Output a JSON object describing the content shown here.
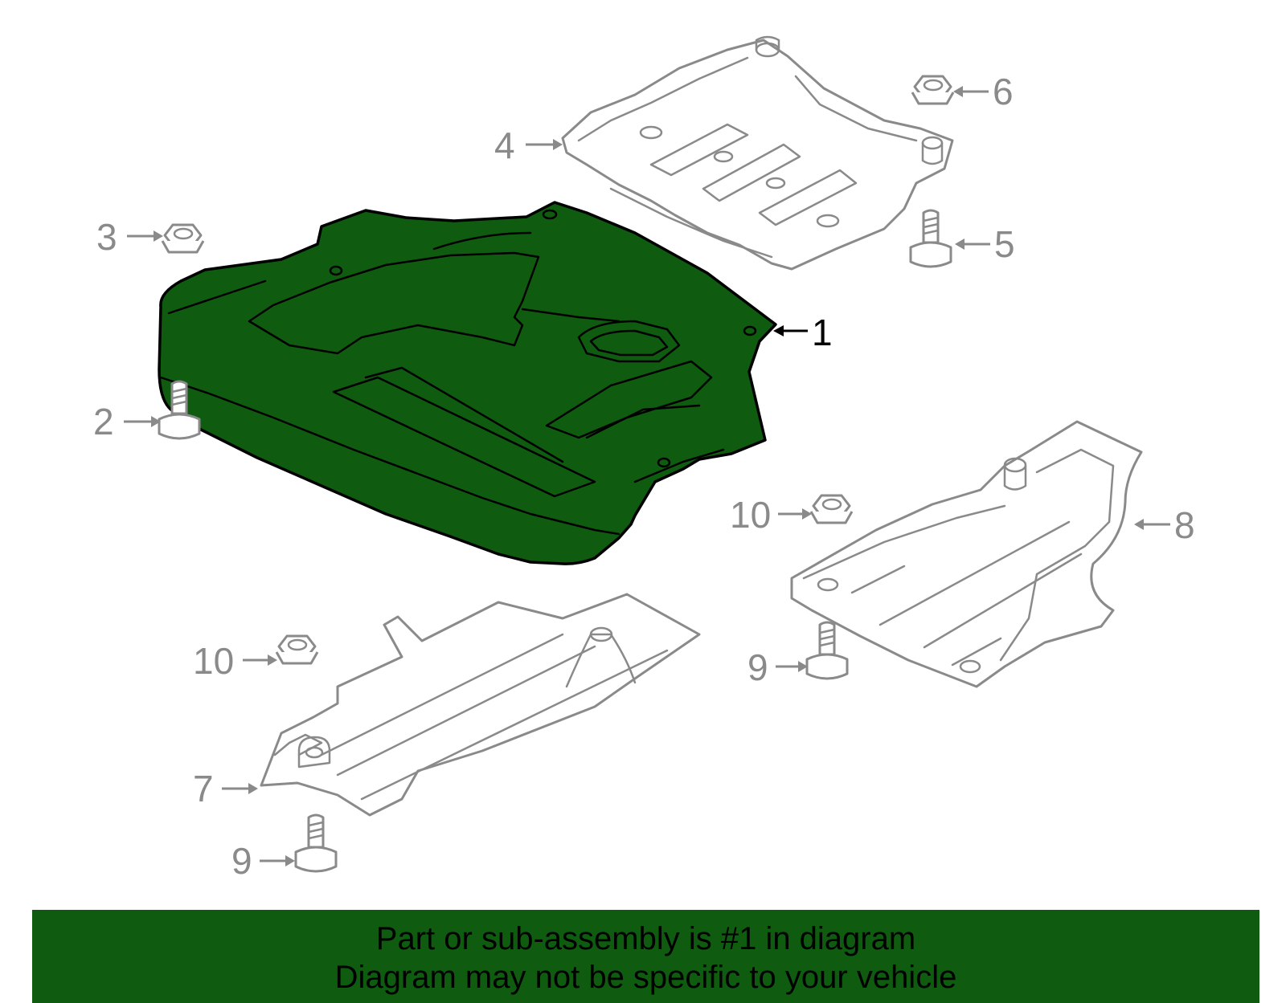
{
  "colors": {
    "highlight": "#0f5b0f",
    "outline": "#8a8a8a",
    "highlight_outline": "#000000"
  },
  "callouts": {
    "c1": "1",
    "c2": "2",
    "c3": "3",
    "c4": "4",
    "c5": "5",
    "c6": "6",
    "c7": "7",
    "c8": "8",
    "c9a": "9",
    "c9b": "9",
    "c10a": "10",
    "c10b": "10"
  },
  "banner": {
    "line1": "Part or sub-assembly is #1 in diagram",
    "line2": "Diagram may not be specific to your vehicle"
  }
}
